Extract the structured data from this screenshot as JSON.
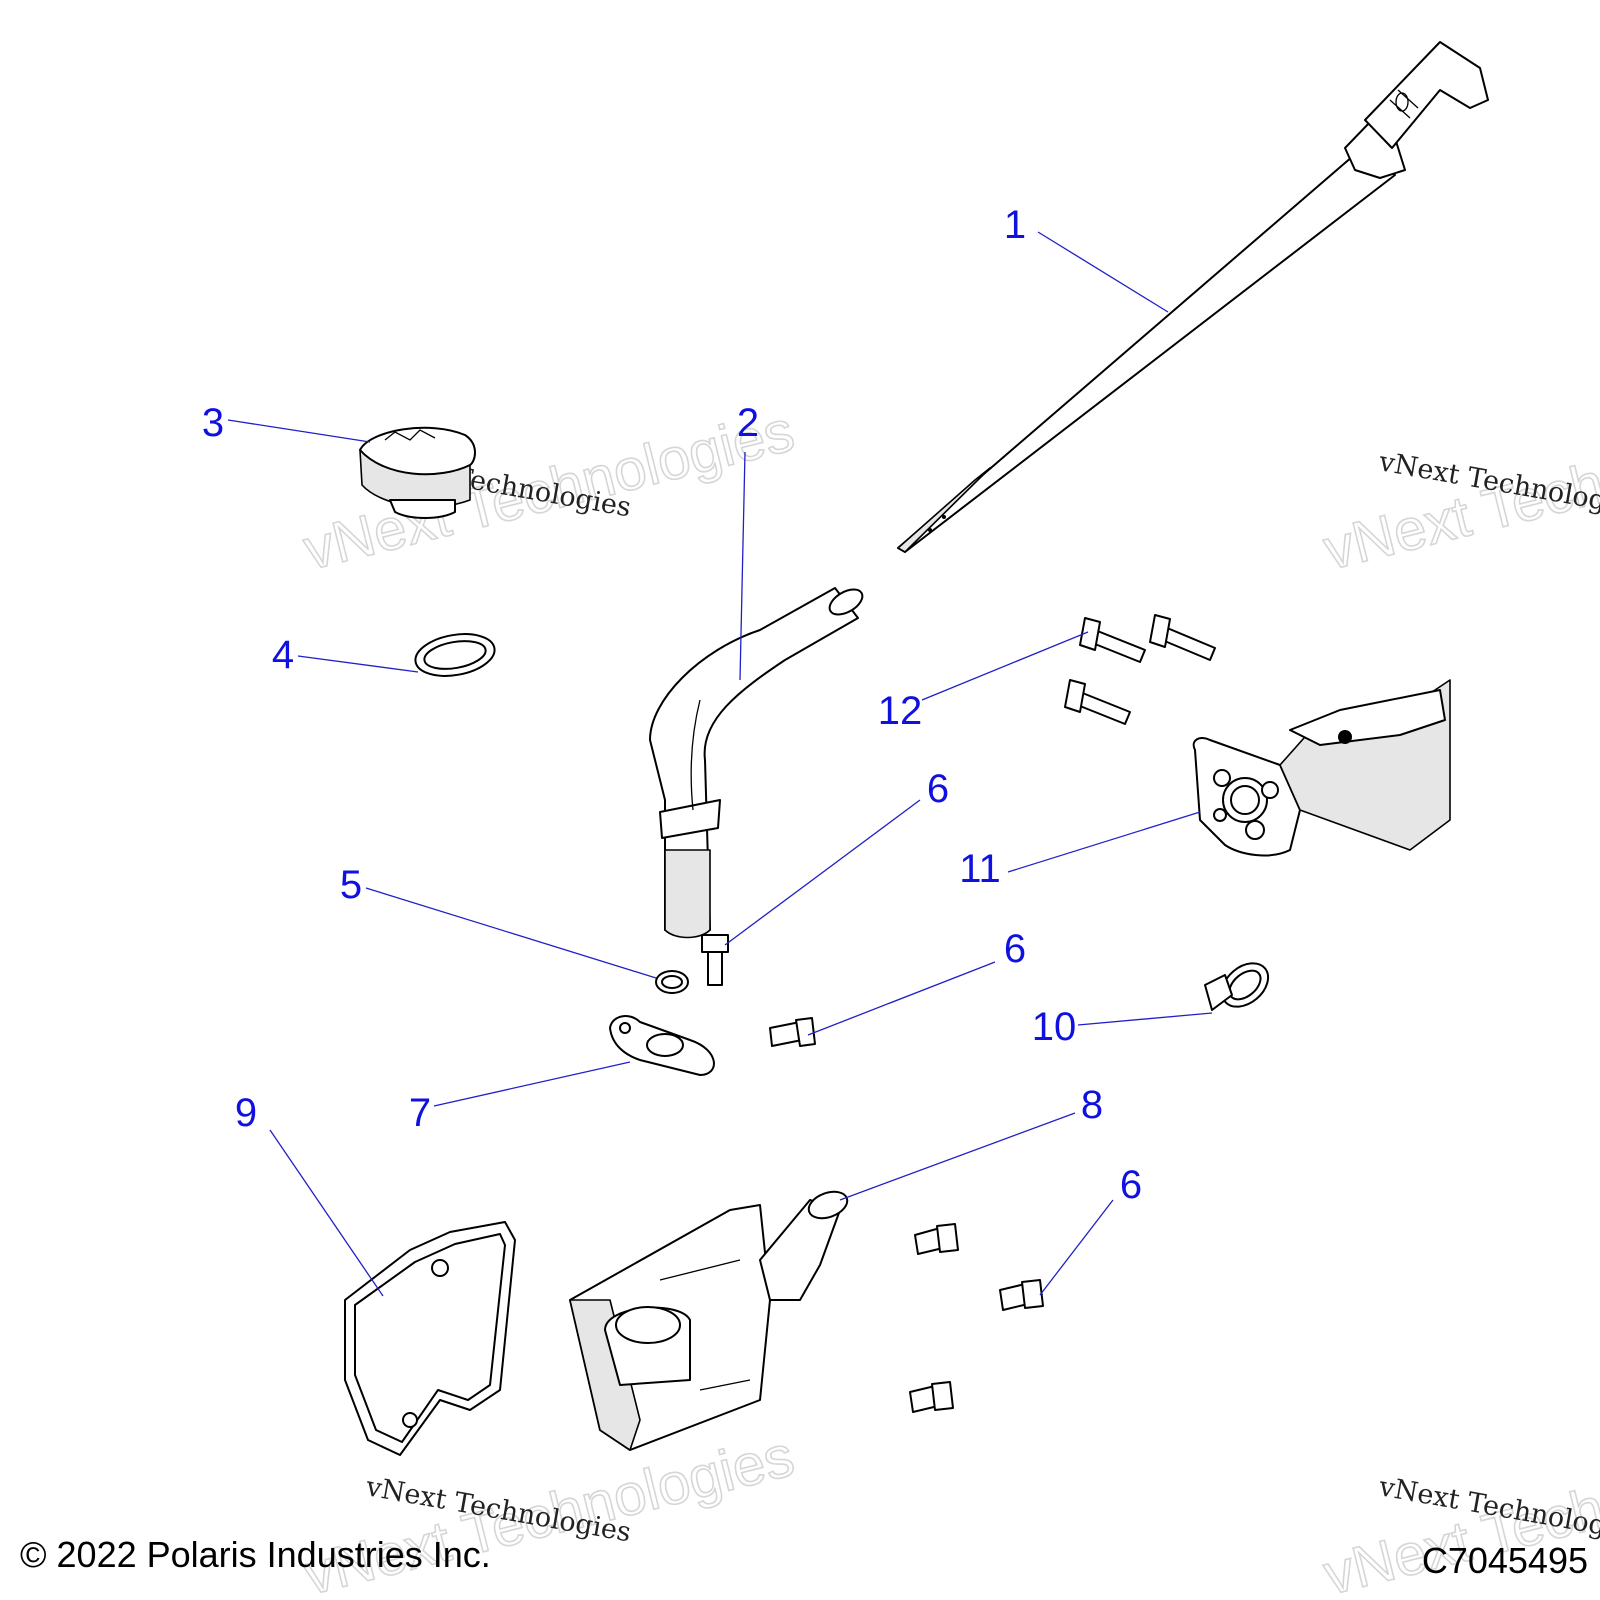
{
  "callouts": {
    "c1": "1",
    "c2": "2",
    "c3": "3",
    "c4": "4",
    "c5": "5",
    "c6a": "6",
    "c6b": "6",
    "c6c": "6",
    "c7": "7",
    "c8": "8",
    "c9": "9",
    "c10": "10",
    "c11": "11",
    "c12": "12"
  },
  "watermark": {
    "big": "vNext Technologies",
    "small": "vNext Technologies"
  },
  "footer": {
    "copyright": "© 2022 Polaris Industries Inc.",
    "code": "C7045495"
  },
  "colors": {
    "callout": "#1010e0",
    "leader": "#2020c8",
    "line_art": "#000000"
  }
}
